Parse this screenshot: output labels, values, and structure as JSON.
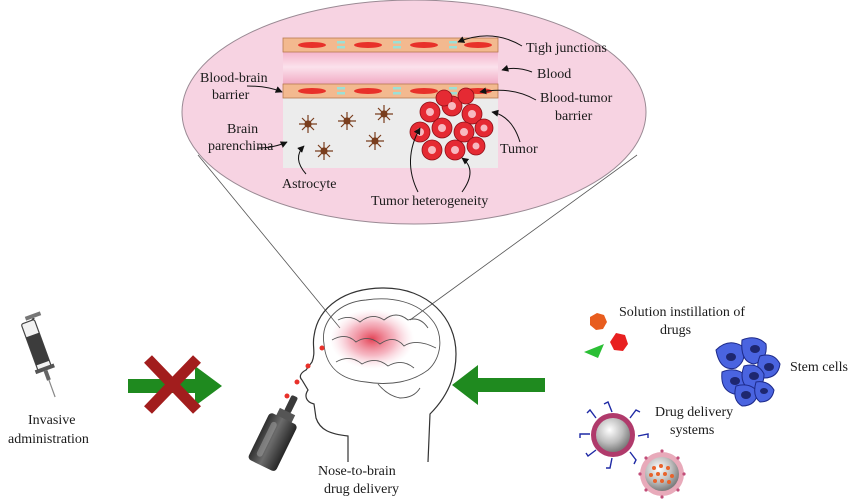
{
  "inset": {
    "labels": {
      "tight_junctions": "Tigh junctions",
      "blood": "Blood",
      "bbb_line1": "Blood-brain",
      "bbb_line2": "barrier",
      "btb_line1": "Blood-tumor",
      "btb_line2": "barrier",
      "brain_line1": "Brain",
      "brain_line2": "parenchima",
      "tumor": "Tumor",
      "astrocyte": "Astrocyte",
      "heterogeneity": "Tumor heterogeneity"
    }
  },
  "left": {
    "label_line1": "Invasive",
    "label_line2": "administration"
  },
  "center": {
    "label_line1": "Nose-to-brain",
    "label_line2": "drug delivery"
  },
  "right": {
    "solution_line1": "Solution instillation of",
    "solution_line2": "drugs",
    "stem_cells": "Stem cells",
    "dds_line1": "Drug delivery",
    "dds_line2": "systems"
  },
  "colors": {
    "ellipse_fill": "#f7d3e2",
    "cell_fill": "#f3b98f",
    "nucleus": "#e8312a",
    "tumor": "#e52a33",
    "astrocyte": "#7a3e1e",
    "arrow_green": "#1f8a1f",
    "cross_red": "#a21d1d",
    "stem_blue": "#4a64e0"
  }
}
